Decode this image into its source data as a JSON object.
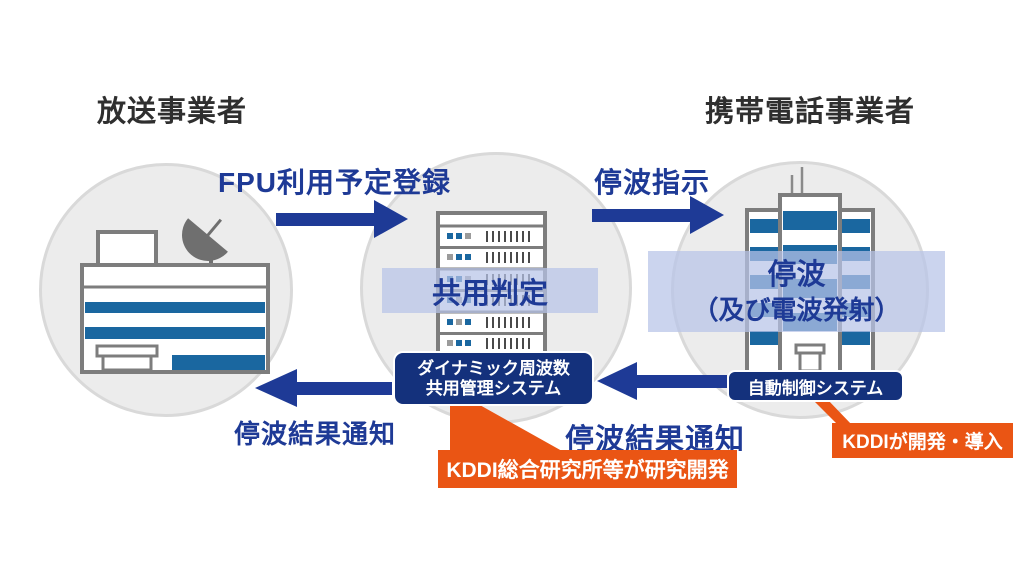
{
  "titles": {
    "left": "放送事業者",
    "right": "携帯電話事業者"
  },
  "flows": {
    "register": "FPU利用予定登録",
    "stop_instruction": "停波指示",
    "result_left": "停波結果通知",
    "result_right": "停波結果通知"
  },
  "banners": {
    "middle": "共用判定",
    "right_line1": "停波",
    "right_line2": "（及び電波発射）"
  },
  "systems": {
    "dynamic_line1": "ダイナミック周波数",
    "dynamic_line2": "共用管理システム",
    "auto_control": "自動制御システム"
  },
  "callouts": {
    "research": "KDDI総合研究所等が研究開発",
    "deploy": "KDDIが開発・導入"
  },
  "icons": {
    "left": "broadcast-building-icon",
    "left_dish": "satellite-dish-icon",
    "middle": "server-rack-icon",
    "right": "office-building-icon"
  },
  "colors": {
    "navy_arrow": "#1e3a96",
    "navy_box": "#14317c",
    "orange": "#ea5514",
    "banner": "rgba(183,196,231,0.72)",
    "building_blue": "#1a67a0",
    "circle_gray": "#ececec",
    "outline_gray": "#7d7d7d",
    "title_gray": "#2f2f2f"
  }
}
